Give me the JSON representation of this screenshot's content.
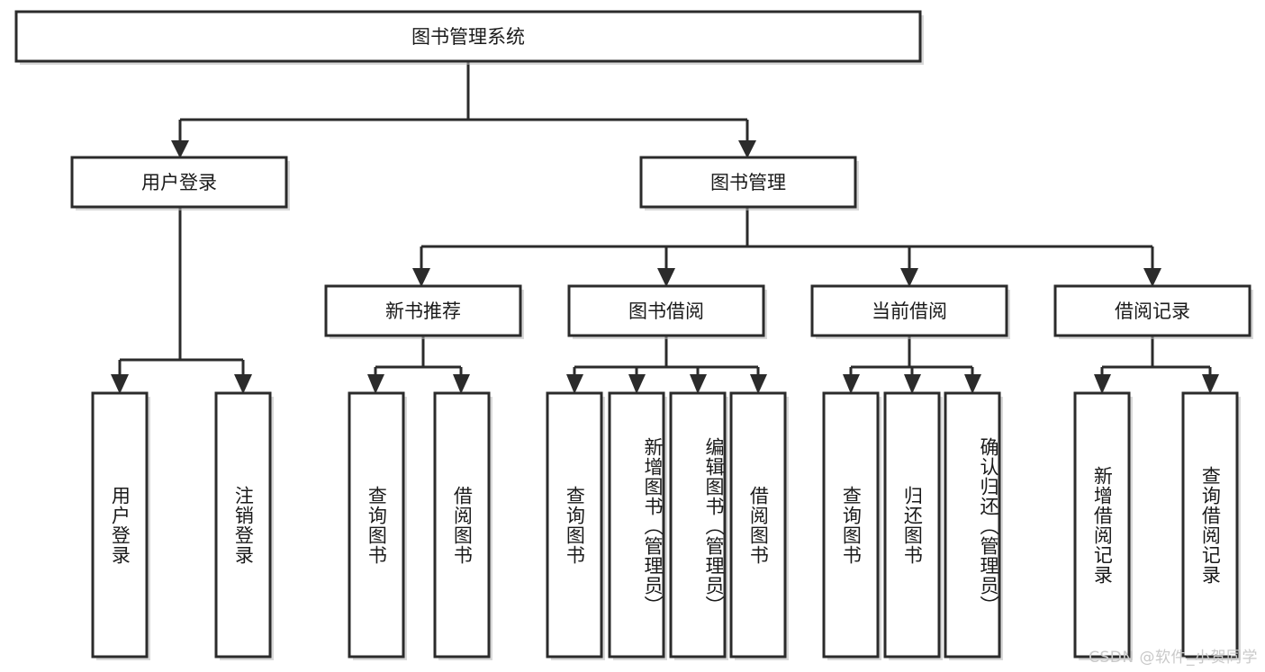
{
  "diagram": {
    "title": "图书管理系统",
    "type": "tree",
    "orientation": "top-down",
    "colors": {
      "box_fill": "#ffffff",
      "box_stroke": "#2b2b2b",
      "text": "#1a1a1a",
      "watermark": "#c9c9c9",
      "background": "#ffffff"
    },
    "root": {
      "label": "图书管理系统"
    },
    "level2": [
      {
        "label": "用户登录"
      },
      {
        "label": "图书管理"
      }
    ],
    "level3": [
      {
        "label": "新书推荐"
      },
      {
        "label": "图书借阅"
      },
      {
        "label": "当前借阅"
      },
      {
        "label": "借阅记录"
      }
    ],
    "leaves": {
      "user_login": [
        {
          "label": "用户登录"
        },
        {
          "label": "注销登录"
        }
      ],
      "new_book_recommend": [
        {
          "label": "查询图书"
        },
        {
          "label": "借阅图书"
        }
      ],
      "book_borrow": [
        {
          "label": "查询图书"
        },
        {
          "label": "新增图书（管理员）"
        },
        {
          "label": "编辑图书（管理员）"
        },
        {
          "label": "借阅图书"
        }
      ],
      "current_borrow": [
        {
          "label": "查询图书"
        },
        {
          "label": "归还图书"
        },
        {
          "label": "确认归还（管理员）"
        }
      ],
      "borrow_record": [
        {
          "label": "新增借阅记录"
        },
        {
          "label": "查询借阅记录"
        }
      ]
    }
  },
  "watermark": {
    "text": "CSDN @软件_小贺同学"
  }
}
